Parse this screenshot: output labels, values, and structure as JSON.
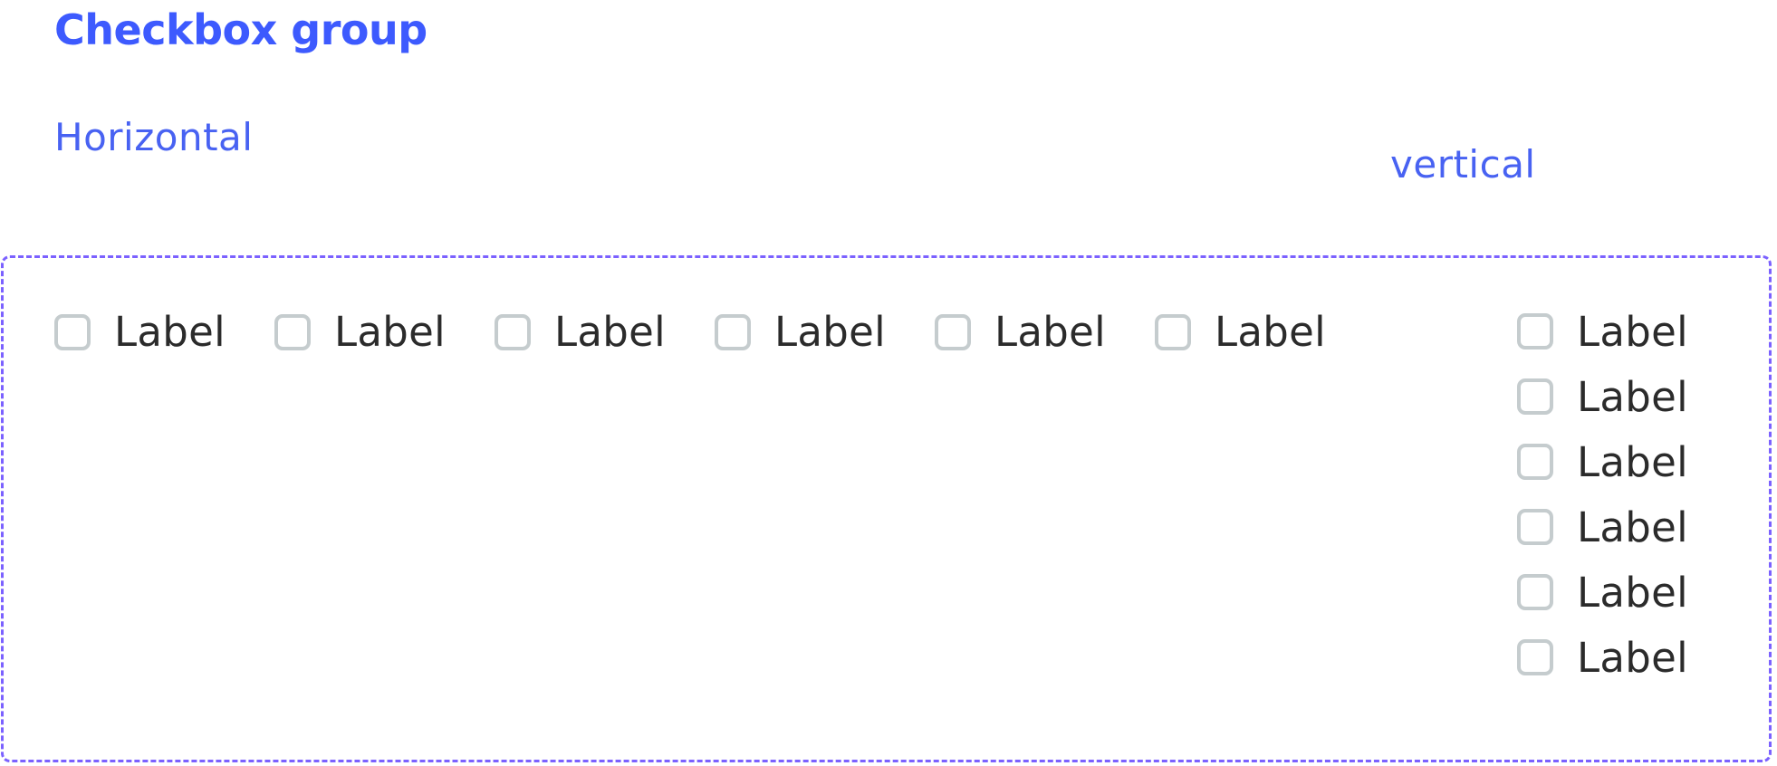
{
  "title": "Checkbox group",
  "sections": {
    "horizontal": "Horizontal",
    "vertical": "vertical"
  },
  "colors": {
    "title": "#3D5AFE",
    "section_label": "#4862F2",
    "frame_border": "#7B61FF",
    "checkbox_border": "#C5CCCE",
    "label_text": "#2B2B2B"
  },
  "horizontal_group": {
    "items": [
      {
        "label": "Label",
        "checked": false
      },
      {
        "label": "Label",
        "checked": false
      },
      {
        "label": "Label",
        "checked": false
      },
      {
        "label": "Label",
        "checked": false
      },
      {
        "label": "Label",
        "checked": false
      },
      {
        "label": "Label",
        "checked": false
      }
    ]
  },
  "vertical_group": {
    "items": [
      {
        "label": "Label",
        "checked": false
      },
      {
        "label": "Label",
        "checked": false
      },
      {
        "label": "Label",
        "checked": false
      },
      {
        "label": "Label",
        "checked": false
      },
      {
        "label": "Label",
        "checked": false
      },
      {
        "label": "Label",
        "checked": false
      }
    ]
  }
}
